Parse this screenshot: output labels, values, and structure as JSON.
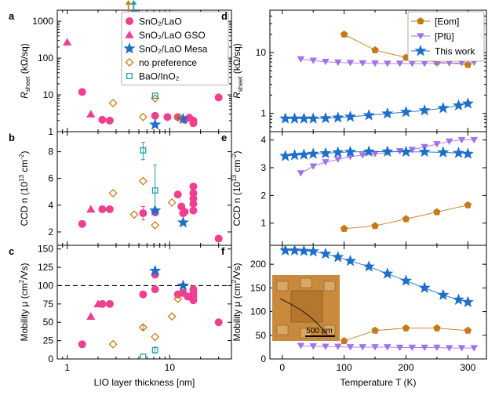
{
  "colors": {
    "sno2_lao": "#ef3f8f",
    "sno2_lao_gso": "#ef3f8f",
    "sno2_lao_mesa": "#1f6fc9",
    "no_pref": "#c87f18",
    "bao_ino2": "#20a0a8",
    "eom": "#c57a1a",
    "pfu": "#a272e8",
    "this_work": "#1f6fc9",
    "arrow_orange": "#c87f18",
    "arrow_teal": "#20a0a8"
  },
  "chart_data": [
    {
      "id": "a",
      "panel_label": "a",
      "type": "scatter",
      "xscale": "log",
      "yscale": "log",
      "xlim": [
        0.8,
        40
      ],
      "ylim": [
        1,
        2000
      ],
      "xlabel": "",
      "ylabel_main": "R",
      "ylabel_sub": "sheet",
      "ylabel_unit": " (kΩ/sq)",
      "yticks": [
        1,
        10,
        100,
        1000
      ],
      "ytick_labels": [
        "1",
        "10",
        "100",
        "1000"
      ],
      "legend": [
        {
          "key": "sno2_lao",
          "label": "SnO₂/LaO",
          "marker": "circle"
        },
        {
          "key": "sno2_lao_gso",
          "label": "SnO₂/LaO GSO",
          "marker": "triangle"
        },
        {
          "key": "sno2_lao_mesa",
          "label": "SnO₂/LaO Mesa",
          "marker": "star"
        },
        {
          "key": "no_pref",
          "label": "no preference",
          "marker": "diamond"
        },
        {
          "key": "bao_ino2",
          "label": "BaO/InO₂",
          "marker": "square"
        }
      ],
      "series": [
        {
          "key": "sno2_lao",
          "marker": "circle",
          "points": [
            [
              1.4,
              12
            ],
            [
              2.2,
              2.1
            ],
            [
              2.6,
              2.0
            ],
            [
              7.2,
              2.7
            ],
            [
              9.5,
              2.5
            ],
            [
              12,
              2.5
            ],
            [
              14,
              2.1
            ],
            [
              15.5,
              2.4
            ],
            [
              17,
              2.0
            ],
            [
              17,
              1.7
            ],
            [
              30,
              8.5
            ]
          ]
        },
        {
          "key": "sno2_lao_gso",
          "marker": "triangle",
          "points": [
            [
              1.0,
              270
            ],
            [
              1.7,
              3.0
            ]
          ]
        },
        {
          "key": "sno2_lao_mesa",
          "marker": "star",
          "points": [
            [
              7.2,
              1.55
            ],
            [
              13.5,
              2.2
            ]
          ]
        },
        {
          "key": "no_pref",
          "marker": "diamond",
          "points": [
            [
              2.8,
              6
            ],
            [
              4.0,
              1500
            ],
            [
              5.5,
              2.5
            ],
            [
              7.2,
              8
            ],
            [
              12,
              2.4
            ]
          ]
        },
        {
          "key": "bao_ino2",
          "marker": "square",
          "points": [
            [
              4.5,
              1600
            ],
            [
              5.5,
              38
            ],
            [
              7.2,
              9.5
            ]
          ]
        }
      ],
      "arrows": [
        {
          "x": 3.95,
          "color_key": "arrow_orange"
        },
        {
          "x": 4.45,
          "color_key": "arrow_teal"
        }
      ]
    },
    {
      "id": "b",
      "panel_label": "b",
      "type": "scatter",
      "xscale": "log",
      "yscale": "linear",
      "xlim": [
        0.8,
        40
      ],
      "ylim": [
        1,
        9.5
      ],
      "ylabel_main": "CCD n (10",
      "ylabel_sup": "13",
      "ylabel_unit": " cm",
      "ylabel_sup2": "-2",
      "ylabel_end": ")",
      "yticks": [
        2,
        4,
        6,
        8
      ],
      "ytick_labels": [
        "2",
        "4",
        "6",
        "8"
      ],
      "series": [
        {
          "key": "sno2_lao",
          "marker": "circle",
          "points": [
            [
              1.4,
              2.6
            ],
            [
              2.2,
              3.7
            ],
            [
              2.6,
              3.7
            ],
            [
              5.5,
              3.4
            ],
            [
              7.2,
              3.5
            ],
            [
              12,
              4.8
            ],
            [
              13,
              3.9
            ],
            [
              13.5,
              3.4
            ],
            [
              14,
              3.5
            ],
            [
              17,
              5.4
            ],
            [
              17,
              4.9
            ],
            [
              17,
              4.5
            ],
            [
              17,
              4.1
            ],
            [
              17,
              3.6
            ],
            [
              30,
              1.5
            ]
          ]
        },
        {
          "key": "sno2_lao_gso",
          "marker": "triangle",
          "points": [
            [
              1.7,
              3.7
            ]
          ]
        },
        {
          "key": "sno2_lao_mesa",
          "marker": "star",
          "points": [
            [
              7.2,
              3.6
            ],
            [
              13.5,
              2.7
            ]
          ]
        },
        {
          "key": "no_pref",
          "marker": "diamond",
          "points": [
            [
              2.8,
              4.9
            ],
            [
              4.5,
              3.3
            ],
            [
              5.5,
              5.8
            ],
            [
              7.2,
              2.5
            ],
            [
              10.5,
              4.2
            ]
          ]
        },
        {
          "key": "bao_ino2",
          "marker": "square",
          "points": [
            [
              5.5,
              8.1
            ],
            [
              7.2,
              5.1
            ]
          ]
        }
      ],
      "errorbars": [
        {
          "x": 5.5,
          "ylow": 7.4,
          "yhigh": 8.7,
          "color_key": "bao_ino2"
        },
        {
          "x": 7.2,
          "ylow": 3.2,
          "yhigh": 7.0,
          "color_key": "bao_ino2"
        },
        {
          "x": 5.5,
          "ylow": 2.9,
          "yhigh": 3.9,
          "color_key": "sno2_lao"
        }
      ]
    },
    {
      "id": "c",
      "panel_label": "c",
      "type": "scatter",
      "xscale": "log",
      "yscale": "linear",
      "xlim": [
        0.8,
        40
      ],
      "ylim": [
        0,
        155
      ],
      "xlabel": "LIO layer thickness [nm]",
      "xticks": [
        1,
        10
      ],
      "xtick_labels": [
        "1",
        "10"
      ],
      "ylabel_main": "Mobility μ (cm",
      "ylabel_sup": "2",
      "ylabel_unit": "/Vs)",
      "yticks": [
        0,
        25,
        50,
        75,
        100,
        125,
        150
      ],
      "ytick_labels": [
        "0",
        "25",
        "50",
        "75",
        "100",
        "125",
        "150"
      ],
      "hline": 100,
      "series": [
        {
          "key": "sno2_lao",
          "marker": "circle",
          "points": [
            [
              1.4,
              20
            ],
            [
              2.2,
              75
            ],
            [
              2.6,
              75
            ],
            [
              5.5,
              88
            ],
            [
              7.2,
              95
            ],
            [
              7.2,
              115
            ],
            [
              12,
              88
            ],
            [
              13.5,
              90
            ],
            [
              15,
              85
            ],
            [
              17,
              95
            ],
            [
              17,
              90
            ],
            [
              17,
              85
            ],
            [
              17,
              80
            ],
            [
              30,
              50
            ]
          ]
        },
        {
          "key": "sno2_lao_gso",
          "marker": "triangle",
          "points": [
            [
              1.7,
              58
            ],
            [
              2.0,
              75
            ]
          ]
        },
        {
          "key": "sno2_lao_mesa",
          "marker": "star",
          "points": [
            [
              7.2,
              120
            ],
            [
              13.5,
              100
            ]
          ]
        },
        {
          "key": "no_pref",
          "marker": "diamond",
          "points": [
            [
              2.8,
              20
            ],
            [
              5.5,
              43
            ],
            [
              7.2,
              30
            ],
            [
              10.5,
              58
            ],
            [
              12,
              82
            ]
          ]
        },
        {
          "key": "bao_ino2",
          "marker": "square",
          "points": [
            [
              5.5,
              3
            ],
            [
              7.2,
              12
            ]
          ]
        }
      ],
      "errorbars": [
        {
          "x": 7.2,
          "ylow": 8,
          "yhigh": 16,
          "color_key": "bao_ino2"
        },
        {
          "x": 5.5,
          "ylow": 40,
          "yhigh": 46,
          "color_key": "no_pref"
        }
      ]
    },
    {
      "id": "d",
      "panel_label": "d",
      "type": "line",
      "xscale": "linear",
      "yscale": "log",
      "xlim": [
        -20,
        330
      ],
      "ylim": [
        0.5,
        50
      ],
      "ylabel_main": "R",
      "ylabel_sub": "sheet",
      "ylabel_unit": " (kΩ/sq)",
      "yticks": [
        1,
        10
      ],
      "ytick_labels": [
        "1",
        "10"
      ],
      "legend": [
        {
          "key": "eom",
          "label": "[Eom]",
          "marker": "pentagon"
        },
        {
          "key": "pfu",
          "label": "[Pfü]",
          "marker": "tri_down"
        },
        {
          "key": "this_work",
          "label": "This work",
          "marker": "star"
        }
      ],
      "series": [
        {
          "key": "eom",
          "marker": "pentagon",
          "x": [
            100,
            150,
            200,
            250,
            300
          ],
          "y": [
            20,
            11,
            8.3,
            7,
            6.3
          ]
        },
        {
          "key": "pfu",
          "marker": "tri_down",
          "x": [
            30,
            50,
            70,
            90,
            110,
            130,
            150,
            170,
            190,
            210,
            230,
            250,
            270,
            290,
            310
          ],
          "y": [
            7.8,
            7.4,
            7.1,
            6.9,
            6.8,
            6.7,
            6.65,
            6.6,
            6.6,
            6.6,
            6.6,
            6.65,
            6.7,
            6.8,
            6.9
          ]
        },
        {
          "key": "this_work",
          "marker": "star",
          "x": [
            5,
            20,
            35,
            50,
            70,
            90,
            110,
            140,
            170,
            200,
            230,
            260,
            285,
            300
          ],
          "y": [
            0.82,
            0.82,
            0.82,
            0.82,
            0.83,
            0.85,
            0.88,
            0.93,
            0.99,
            1.05,
            1.12,
            1.22,
            1.35,
            1.45
          ]
        }
      ]
    },
    {
      "id": "e",
      "panel_label": "e",
      "type": "line",
      "xscale": "linear",
      "yscale": "linear",
      "xlim": [
        -20,
        330
      ],
      "ylim": [
        0.2,
        4.3
      ],
      "ylabel_main": "CCD n (10",
      "ylabel_sup": "13",
      "ylabel_unit": " cm",
      "ylabel_sup2": "-2",
      "ylabel_end": ")",
      "yticks": [
        1,
        2,
        3,
        4
      ],
      "ytick_labels": [
        "1",
        "2",
        "3",
        "4"
      ],
      "series": [
        {
          "key": "eom",
          "marker": "pentagon",
          "x": [
            100,
            150,
            200,
            250,
            300
          ],
          "y": [
            0.8,
            0.9,
            1.15,
            1.4,
            1.65
          ]
        },
        {
          "key": "pfu",
          "marker": "tri_down",
          "x": [
            30,
            50,
            70,
            90,
            110,
            130,
            150,
            170,
            190,
            210,
            230,
            250,
            270,
            290,
            310
          ],
          "y": [
            2.8,
            3.05,
            3.2,
            3.3,
            3.4,
            3.45,
            3.5,
            3.55,
            3.6,
            3.65,
            3.75,
            3.85,
            3.95,
            4.0,
            4.0
          ]
        },
        {
          "key": "this_work",
          "marker": "star",
          "x": [
            5,
            20,
            35,
            50,
            70,
            90,
            110,
            140,
            170,
            200,
            230,
            260,
            285,
            300
          ],
          "y": [
            3.42,
            3.45,
            3.47,
            3.5,
            3.52,
            3.55,
            3.57,
            3.58,
            3.58,
            3.57,
            3.57,
            3.55,
            3.53,
            3.5
          ]
        }
      ]
    },
    {
      "id": "f",
      "panel_label": "f",
      "type": "line",
      "xscale": "linear",
      "yscale": "linear",
      "xlim": [
        -20,
        330
      ],
      "ylim": [
        0,
        240
      ],
      "xlabel": "Temperature T (K)",
      "xticks": [
        0,
        100,
        200,
        300
      ],
      "xtick_labels": [
        "0",
        "100",
        "200",
        "300"
      ],
      "ylabel_main": "Mobility μ (cm",
      "ylabel_sup": "2",
      "ylabel_unit": "/Vs)",
      "yticks": [
        0,
        50,
        100,
        150,
        200
      ],
      "ytick_labels": [
        "0",
        "50",
        "100",
        "150",
        "200"
      ],
      "inset_scale_label": "500 µm",
      "series": [
        {
          "key": "eom",
          "marker": "pentagon",
          "x": [
            100,
            150,
            200,
            250,
            300
          ],
          "y": [
            38,
            60,
            65,
            65,
            60
          ]
        },
        {
          "key": "pfu",
          "marker": "tri_down",
          "x": [
            30,
            50,
            70,
            90,
            110,
            130,
            150,
            170,
            190,
            210,
            230,
            250,
            270,
            290,
            310
          ],
          "y": [
            28,
            27,
            26,
            26,
            25,
            25,
            25,
            25,
            24,
            24,
            24,
            24,
            23,
            23,
            23
          ]
        },
        {
          "key": "this_work",
          "marker": "star",
          "x": [
            5,
            20,
            35,
            50,
            70,
            90,
            110,
            140,
            170,
            200,
            230,
            260,
            285,
            300
          ],
          "y": [
            229,
            229,
            228,
            227,
            222,
            215,
            207,
            195,
            180,
            165,
            150,
            135,
            125,
            120
          ]
        }
      ]
    }
  ]
}
